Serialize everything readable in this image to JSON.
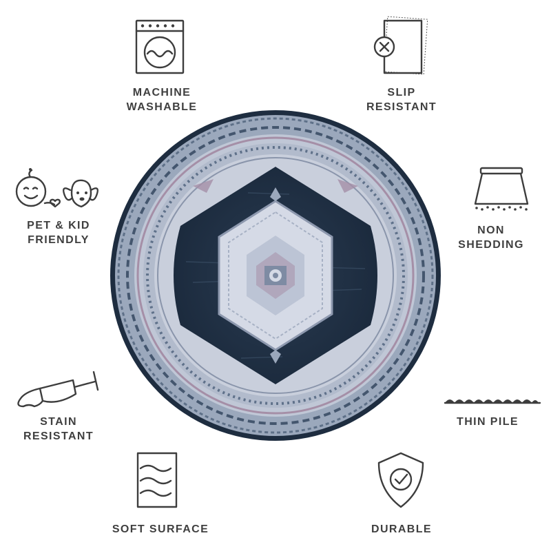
{
  "features": {
    "machine_washable": {
      "line1": "MACHINE",
      "line2": "WASHABLE",
      "icon": "washing-machine-icon"
    },
    "slip_resistant": {
      "line1": "SLIP",
      "line2": "RESISTANT",
      "icon": "slip-resistant-icon"
    },
    "pet_kid_friendly": {
      "line1": "PET & KID",
      "line2": "FRIENDLY",
      "icon": "kid-and-dog-icon"
    },
    "non_shedding": {
      "line1": "NON",
      "line2": "SHEDDING",
      "icon": "non-shedding-icon"
    },
    "stain_resistant": {
      "line1": "STAIN",
      "line2": "RESISTANT",
      "icon": "spilled-glass-icon"
    },
    "thin_pile": {
      "line1": "THIN PILE",
      "icon": "thin-pile-icon"
    },
    "soft_surface": {
      "line1": "SOFT SURFACE",
      "icon": "soft-surface-icon"
    },
    "durable": {
      "line1": "DURABLE",
      "icon": "shield-check-icon"
    }
  },
  "rug": {
    "shape": "round",
    "colors": {
      "navy": "#1f3044",
      "border": "#9aa7bb",
      "light": "#c9cfdc",
      "mauve": "#a58fa7",
      "medallion": "#d5dae6"
    }
  }
}
